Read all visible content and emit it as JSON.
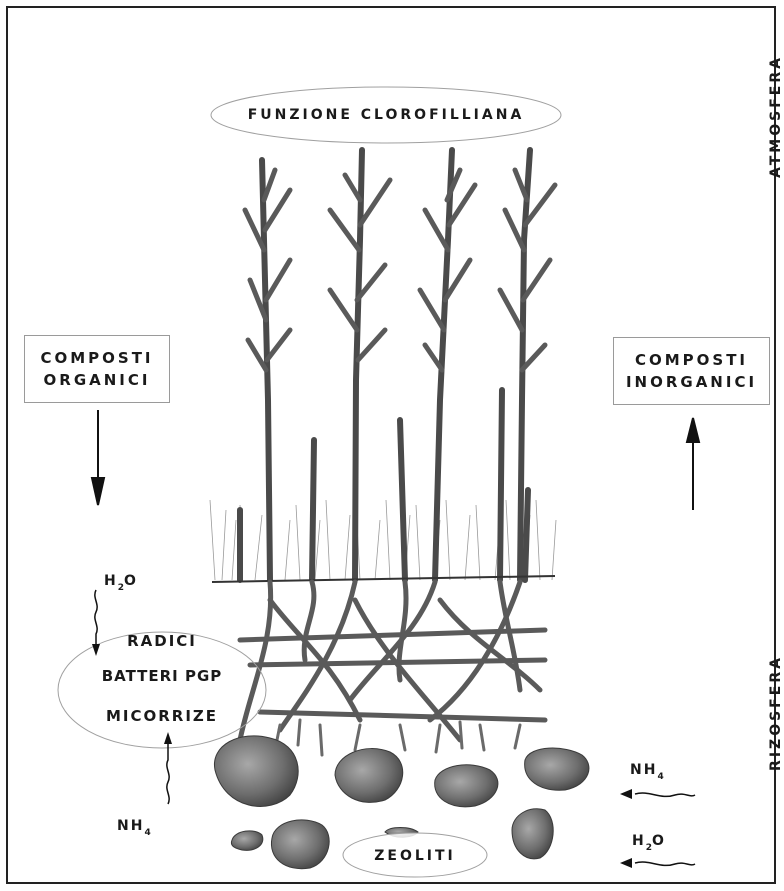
{
  "title": "FUNZIONE CLOROFILLIANA",
  "side_labels": {
    "top": "ATMOSFERA",
    "bottom": "RIZOSFERA"
  },
  "left_box": {
    "line1": "COMPOSTI",
    "line2": "ORGANICI"
  },
  "right_box": {
    "line1": "COMPOSTI",
    "line2": "INORGANICI"
  },
  "root_zone": {
    "line1": "RADICI",
    "line2": "BATTERI PGP",
    "line3": "MICORRIZE"
  },
  "inputs": {
    "water_left": {
      "main": "H",
      "sub": "2",
      "tail": "O"
    },
    "ammonium_left": {
      "main": "NH",
      "sub": "4"
    },
    "ammonium_right": {
      "main": "NH",
      "sub": "4"
    },
    "water_right": {
      "main": "H",
      "sub": "2",
      "tail": "O"
    }
  },
  "zeolites_label": "ZEOLITI",
  "colors": {
    "ink": "#1a1a1a",
    "stroke": "#555555",
    "plant": "#4a4a4a",
    "rock": "#6b6b6b"
  }
}
